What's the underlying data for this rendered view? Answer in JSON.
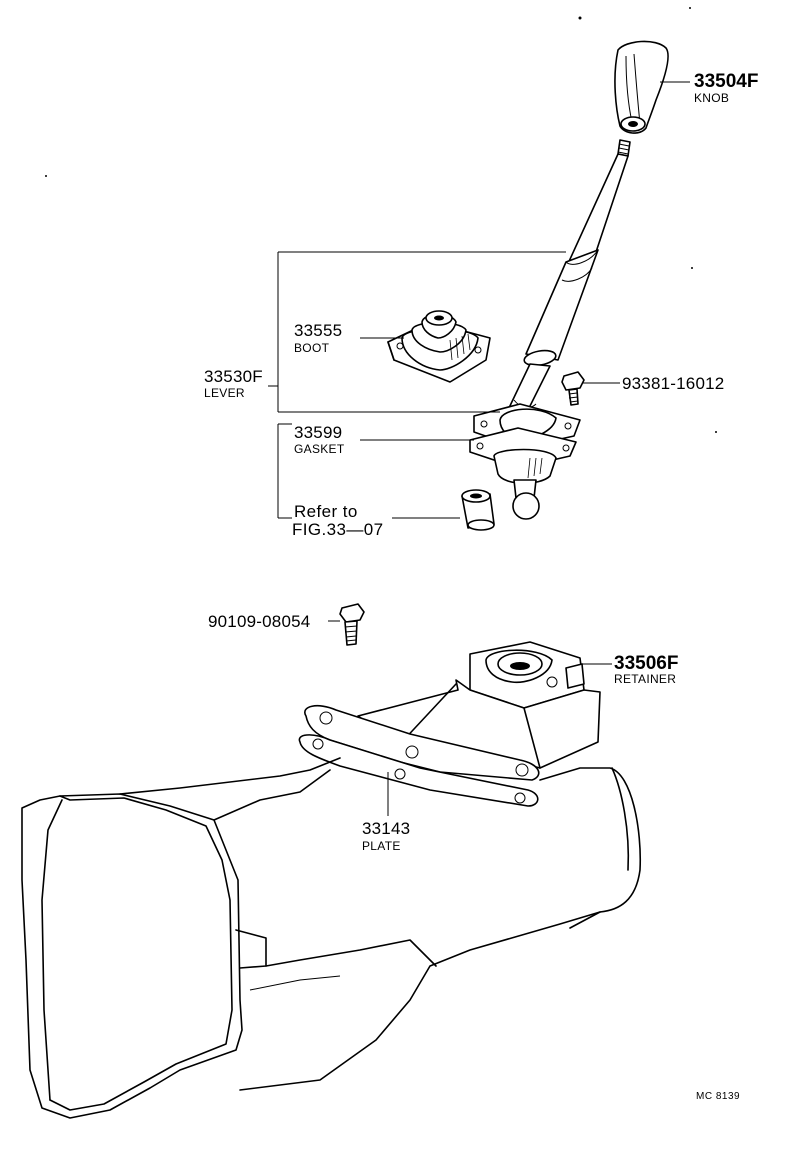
{
  "parts": [
    {
      "id": "knob",
      "number": "33504F",
      "name": "KNOB"
    },
    {
      "id": "lever",
      "number": "33530F",
      "name": "LEVER"
    },
    {
      "id": "boot",
      "number": "33555",
      "name": "BOOT"
    },
    {
      "id": "gasket",
      "number": "33599",
      "name": "GASKET"
    },
    {
      "id": "bolt-lever",
      "number": "93381-16012",
      "name": ""
    },
    {
      "id": "bolt-retainer",
      "number": "90109-08054",
      "name": ""
    },
    {
      "id": "retainer",
      "number": "33506F",
      "name": "RETAINER"
    },
    {
      "id": "plate",
      "number": "33143",
      "name": "PLATE"
    }
  ],
  "reference": {
    "line1": "Refer to",
    "line2": "FIG.33—07"
  },
  "diagram_code": "MC 8139"
}
